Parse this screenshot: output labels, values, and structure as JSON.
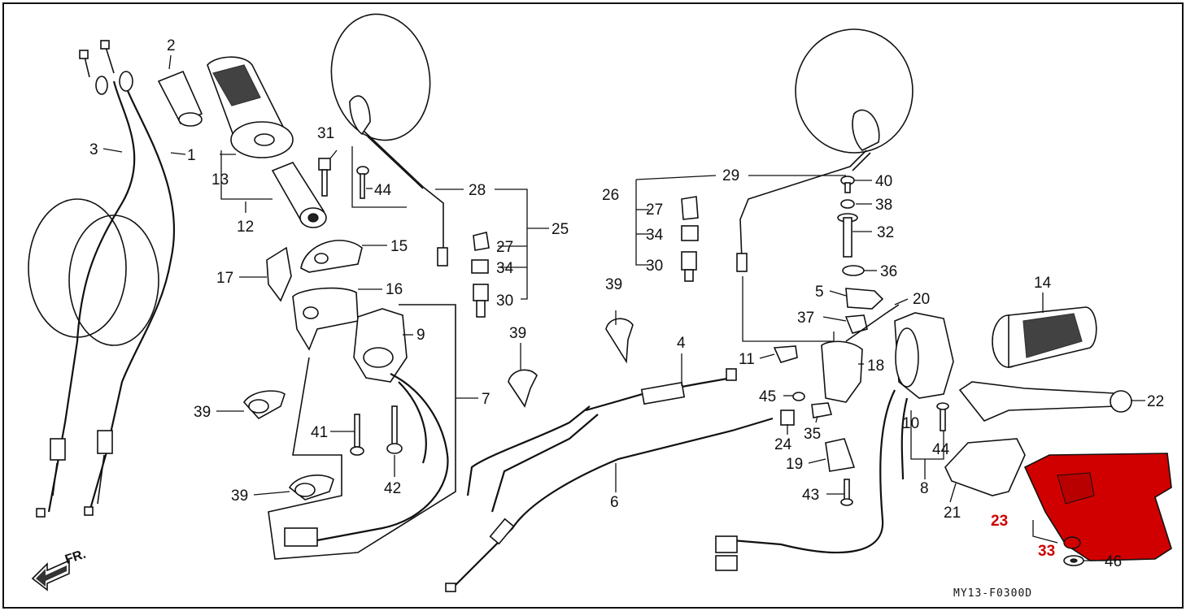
{
  "diagram": {
    "code": "MY13-F0300D",
    "direction_label": "FR.",
    "highlight_color": "#d10000",
    "labels": {
      "p1": "1",
      "p2": "2",
      "p3": "3",
      "p4": "4",
      "p5": "5",
      "p6": "6",
      "p7": "7",
      "p8": "8",
      "p9": "9",
      "p10": "10",
      "p11": "11",
      "p12": "12",
      "p13": "13",
      "p14": "14",
      "p15": "15",
      "p16": "16",
      "p17": "17",
      "p18": "18",
      "p19": "19",
      "p20": "20",
      "p21": "21",
      "p22": "22",
      "p23": "23",
      "p24": "24",
      "p25": "25",
      "p26": "26",
      "p27a": "27",
      "p27b": "27",
      "p28": "28",
      "p29": "29",
      "p30a": "30",
      "p30b": "30",
      "p31": "31",
      "p32": "32",
      "p33": "33",
      "p34a": "34",
      "p34b": "34",
      "p35": "35",
      "p36": "36",
      "p37": "37",
      "p38": "38",
      "p39a": "39",
      "p39b": "39",
      "p39c": "39",
      "p39d": "39",
      "p40": "40",
      "p41": "41",
      "p42": "42",
      "p43": "43",
      "p44a": "44",
      "p44b": "44",
      "p45": "45",
      "p46": "46"
    }
  }
}
